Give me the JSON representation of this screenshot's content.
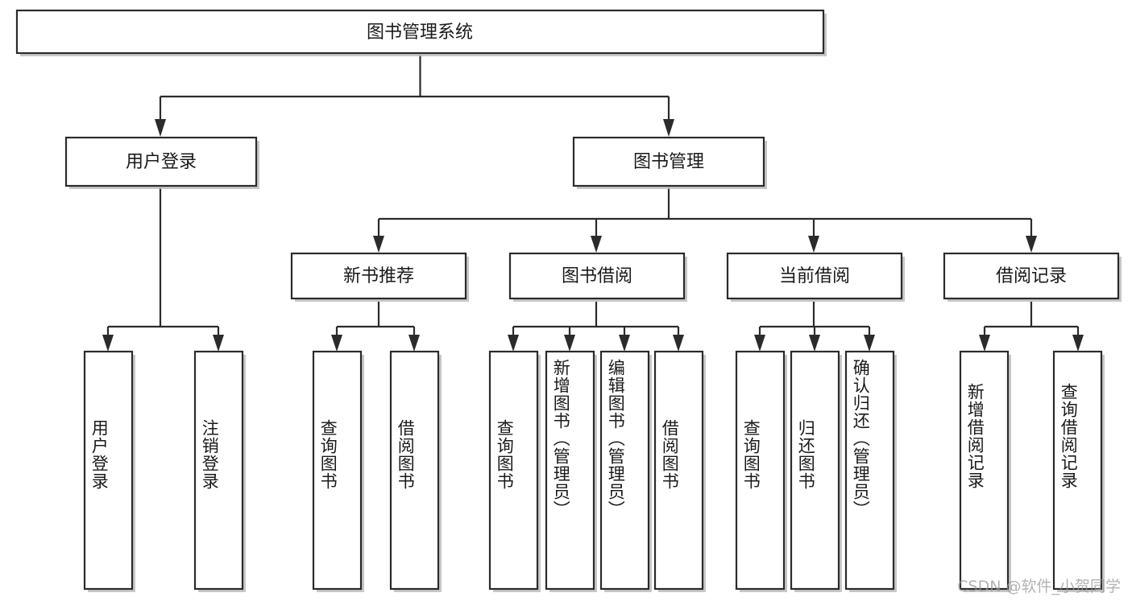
{
  "diagram": {
    "title": "图书管理系统",
    "type": "tree-hierarchy-chart",
    "orientation": "top-down",
    "colors": {
      "box_fill": "#ffffff",
      "box_stroke": "#2b2b2b",
      "text": "#1a1a1a",
      "background": "#ffffff",
      "watermark": "#9a9a9a"
    },
    "levels": {
      "root": "图书管理系统",
      "level2": [
        "用户登录",
        "图书管理"
      ],
      "level3": [
        "新书推荐",
        "图书借阅",
        "当前借阅",
        "借阅记录"
      ]
    },
    "nodes": {
      "root": {
        "label": "图书管理系统",
        "level": 1
      },
      "user_login": {
        "label": "用户登录",
        "level": 2
      },
      "book_manage": {
        "label": "图书管理",
        "level": 2
      },
      "new_book_rec": {
        "label": "新书推荐",
        "level": 3
      },
      "book_borrow": {
        "label": "图书借阅",
        "level": 3
      },
      "current_borrow": {
        "label": "当前借阅",
        "level": 3
      },
      "borrow_record": {
        "label": "借阅记录",
        "level": 3
      }
    },
    "leaves": {
      "user_login": [
        {
          "label": "用户登录"
        },
        {
          "label": "注销登录"
        }
      ],
      "new_book_rec": [
        {
          "label": "查询图书"
        },
        {
          "label": "借阅图书"
        }
      ],
      "book_borrow": [
        {
          "label": "查询图书"
        },
        {
          "label": "新增图书（管理员）"
        },
        {
          "label": "编辑图书（管理员）"
        },
        {
          "label": "借阅图书"
        }
      ],
      "current_borrow": [
        {
          "label": "查询图书"
        },
        {
          "label": "归还图书"
        },
        {
          "label": "确认归还（管理员）"
        }
      ],
      "borrow_record": [
        {
          "label": "新增借阅记录"
        },
        {
          "label": "查询借阅记录"
        }
      ]
    },
    "watermark": "CSDN @软件_小贺同学"
  }
}
